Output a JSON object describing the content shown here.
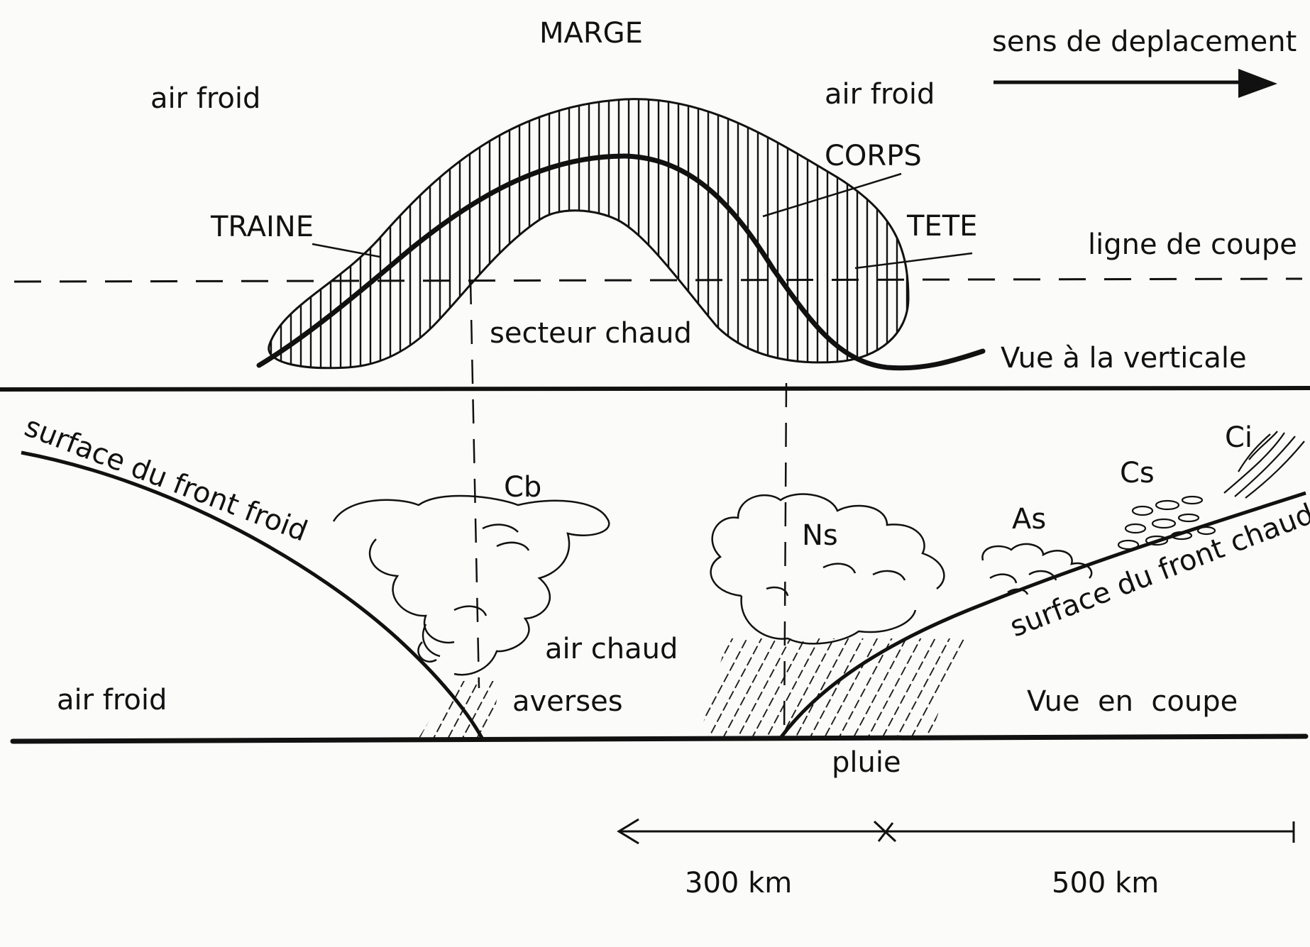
{
  "labels": {
    "marge": "MARGE",
    "direction": "sens de deplacement",
    "cold_air_top_left": "air froid",
    "cold_air_top_right": "air froid",
    "corps": "CORPS",
    "traine": "TRAINE",
    "tete": "TETE",
    "cut_line": "ligne de coupe",
    "warm_sector": "secteur chaud",
    "top_view": "Vue à la verticale",
    "cold_front_surface": "surface du front froid",
    "cb": "Cb",
    "ns": "Ns",
    "as": "As",
    "cs": "Cs",
    "ci": "Ci",
    "warm_front_surface": "surface du front chaud",
    "warm_air": "air chaud",
    "cold_air_bottom": "air froid",
    "showers": "averses",
    "cross_section": "Vue  en  coupe",
    "rain": "pluie",
    "dist_1": "300 km",
    "dist_2": "500 km"
  },
  "colors": {
    "ink": "#111111",
    "paper": "#fbfbf9"
  }
}
